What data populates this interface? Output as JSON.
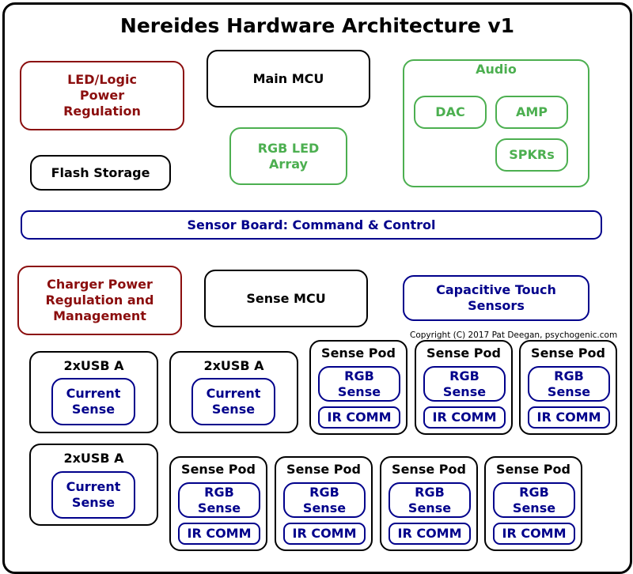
{
  "title": "Nereides Hardware Architecture v1",
  "colors": {
    "power": "#8b0e0e",
    "audio": "#4caf50",
    "sensor": "#00008b",
    "core": "#000000"
  },
  "blocks": {
    "led_power": "LED/Logic\nPower\nRegulation",
    "main_mcu": "Main MCU",
    "audio": {
      "title": "Audio",
      "dac": "DAC",
      "amp": "AMP",
      "spkrs": "SPKRs"
    },
    "flash": "Flash Storage",
    "rgb_led": "RGB LED\nArray",
    "sensor_board": "Sensor Board: Command & Control",
    "charger": "Charger Power\nRegulation and\nManagement",
    "sense_mcu": "Sense MCU",
    "cap_touch": "Capacitive Touch\nSensors"
  },
  "copyright": "Copyright (C) 2017 Pat Deegan, psychogenic.com",
  "usb": [
    {
      "title": "2xUSB A",
      "inner": "Current\nSense"
    },
    {
      "title": "2xUSB A",
      "inner": "Current\nSense"
    },
    {
      "title": "2xUSB A",
      "inner": "Current\nSense"
    }
  ],
  "pods": [
    {
      "title": "Sense Pod",
      "rgb": "RGB\nSense",
      "ir": "IR COMM"
    },
    {
      "title": "Sense Pod",
      "rgb": "RGB\nSense",
      "ir": "IR COMM"
    },
    {
      "title": "Sense Pod",
      "rgb": "RGB\nSense",
      "ir": "IR COMM"
    },
    {
      "title": "Sense Pod",
      "rgb": "RGB\nSense",
      "ir": "IR COMM"
    },
    {
      "title": "Sense Pod",
      "rgb": "RGB\nSense",
      "ir": "IR COMM"
    },
    {
      "title": "Sense Pod",
      "rgb": "RGB\nSense",
      "ir": "IR COMM"
    },
    {
      "title": "Sense Pod",
      "rgb": "RGB\nSense",
      "ir": "IR COMM"
    }
  ]
}
